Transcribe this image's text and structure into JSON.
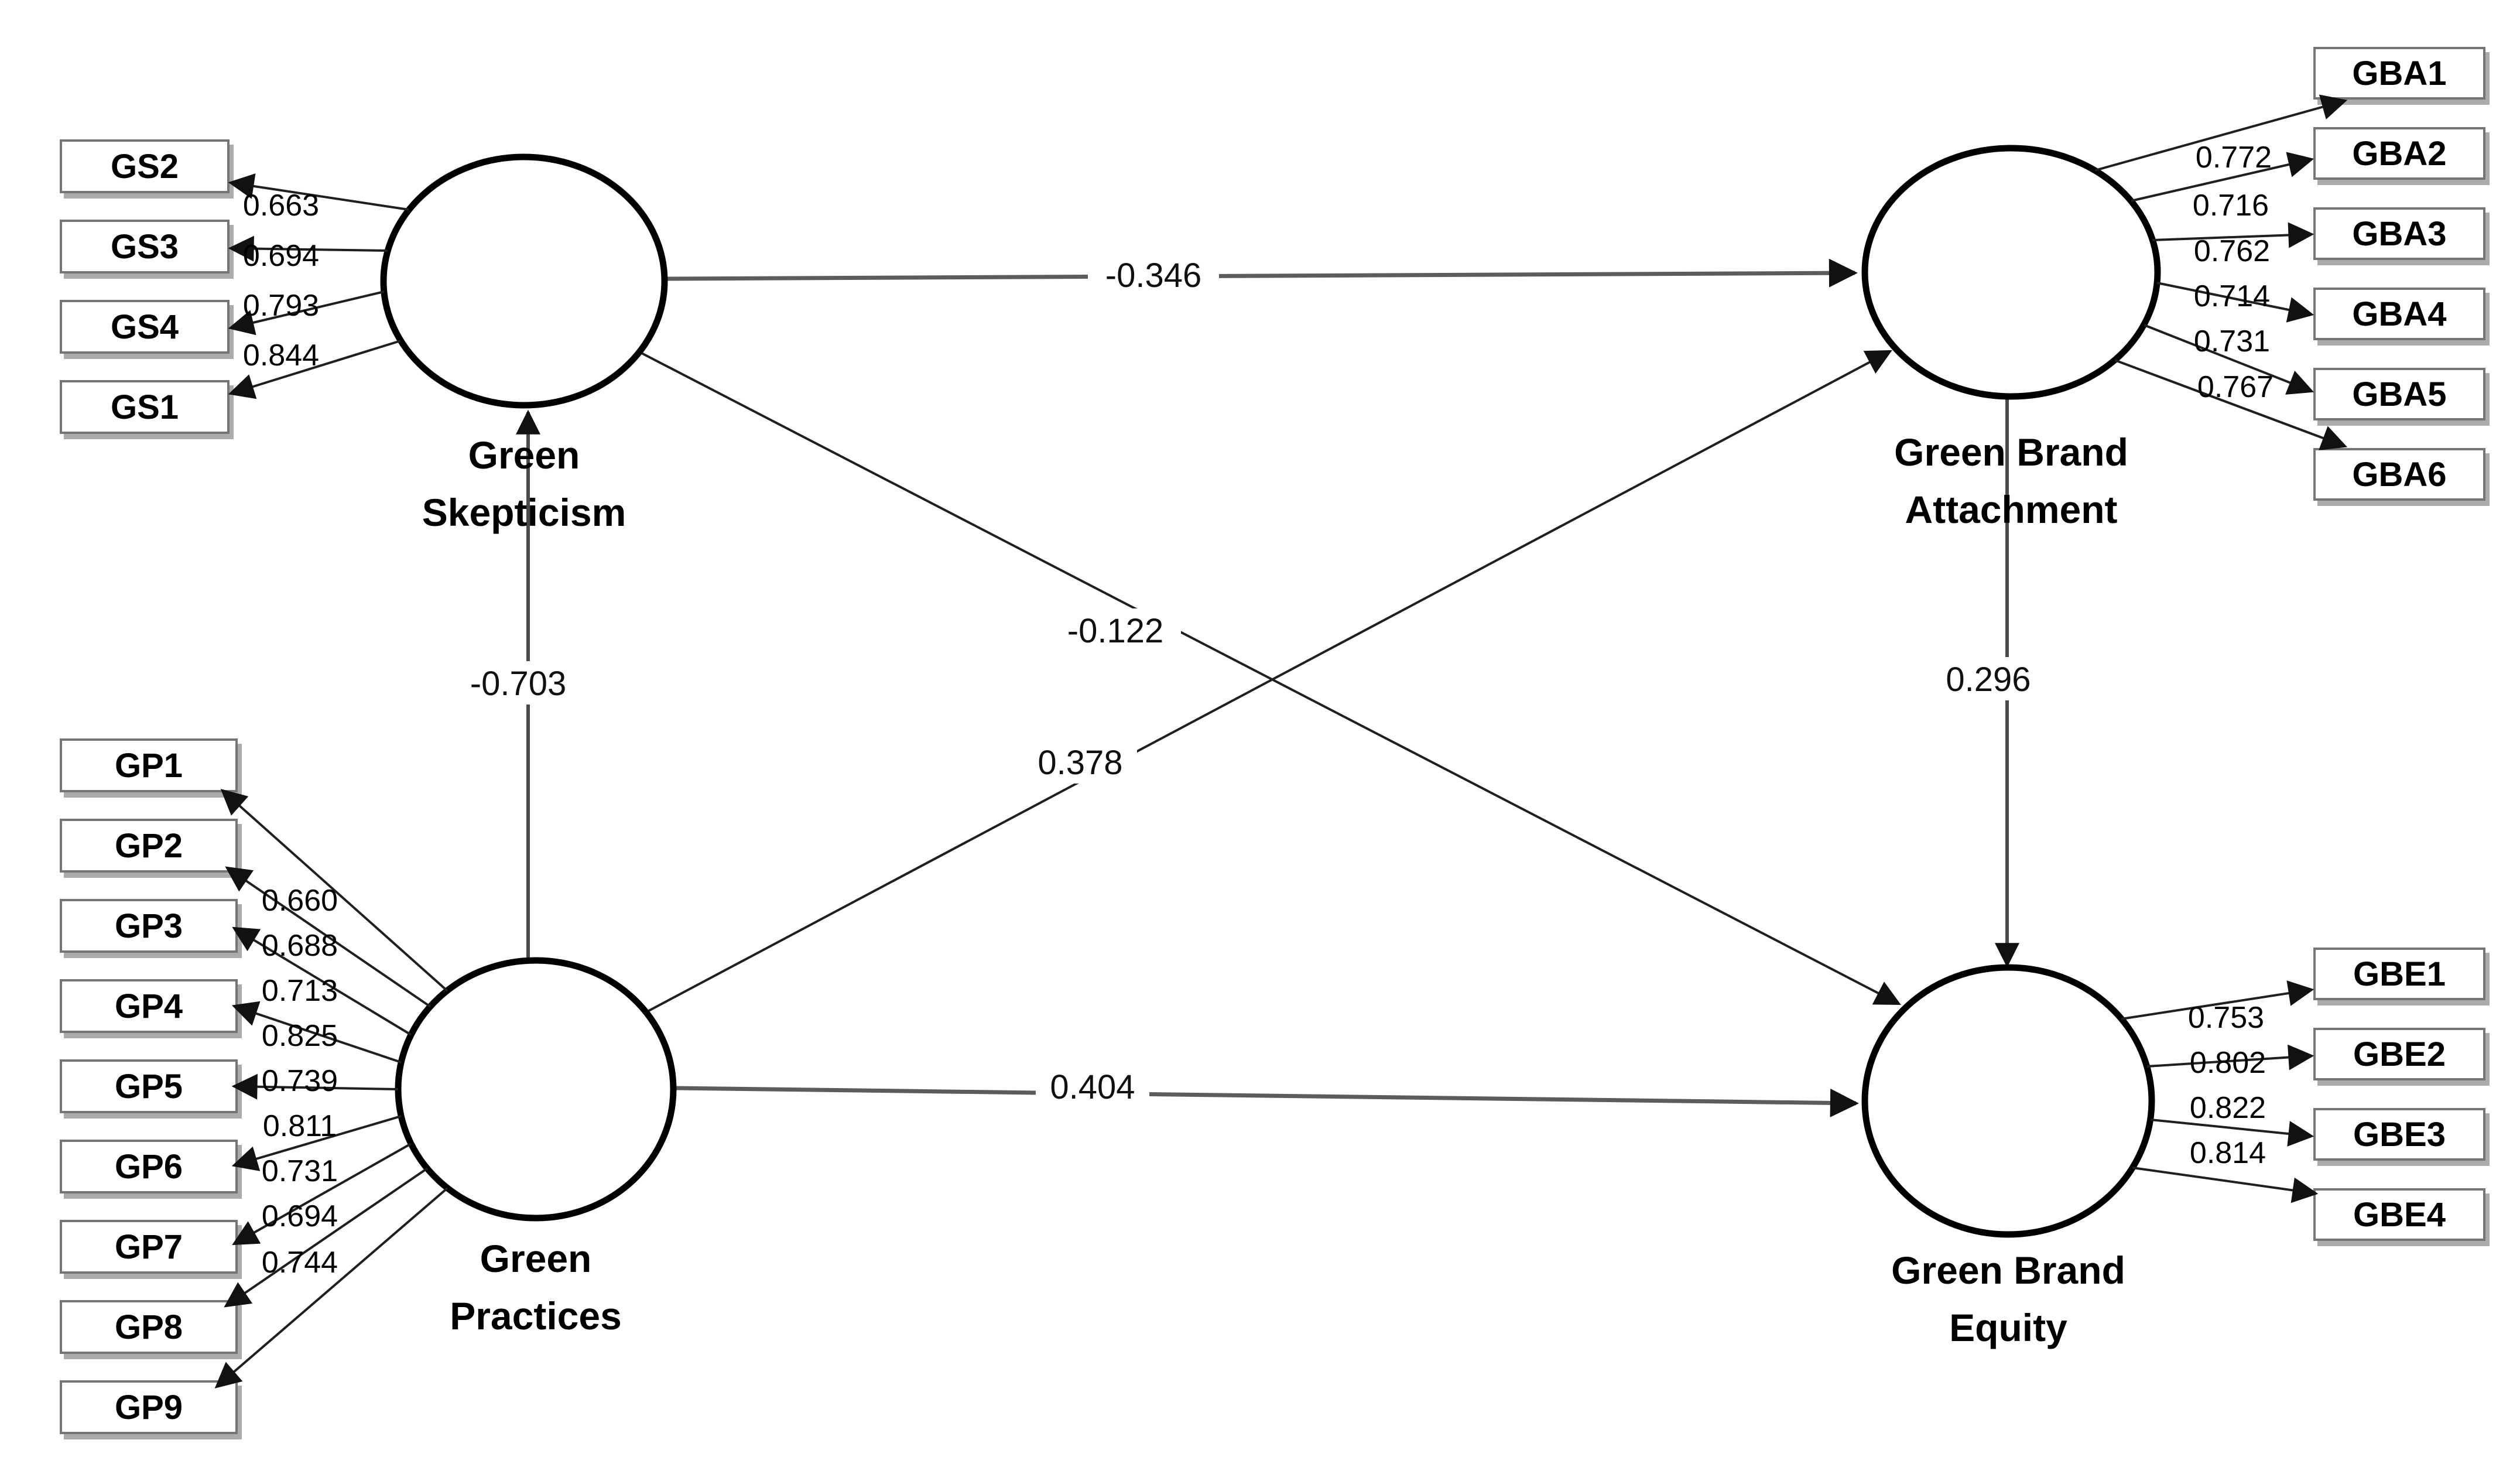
{
  "constructs": {
    "green_skepticism": {
      "line1": "Green",
      "line2": "Skepticism"
    },
    "green_practices": {
      "line1": "Green",
      "line2": "Practices"
    },
    "green_brand_attachment": {
      "line1": "Green Brand",
      "line2": "Attachment"
    },
    "green_brand_equity": {
      "line1": "Green Brand",
      "line2": "Equity"
    }
  },
  "indicators": {
    "gs": [
      {
        "label": "GS2",
        "loading": "0.663"
      },
      {
        "label": "GS3",
        "loading": "0.694"
      },
      {
        "label": "GS4",
        "loading": "0.793"
      },
      {
        "label": "GS1",
        "loading": "0.844"
      }
    ],
    "gp": [
      {
        "label": "GP1",
        "loading": "0.660"
      },
      {
        "label": "GP2",
        "loading": "0.688"
      },
      {
        "label": "GP3",
        "loading": "0.713"
      },
      {
        "label": "GP4",
        "loading": "0.825"
      },
      {
        "label": "GP5",
        "loading": "0.739"
      },
      {
        "label": "GP6",
        "loading": "0.811"
      },
      {
        "label": "GP7",
        "loading": "0.731"
      },
      {
        "label": "GP8",
        "loading": "0.694"
      },
      {
        "label": "GP9",
        "loading": "0.744"
      }
    ],
    "gba": [
      {
        "label": "GBA1",
        "loading": "0.772"
      },
      {
        "label": "GBA2",
        "loading": "0.716"
      },
      {
        "label": "GBA3",
        "loading": "0.762"
      },
      {
        "label": "GBA4",
        "loading": "0.714"
      },
      {
        "label": "GBA5",
        "loading": "0.731"
      },
      {
        "label": "GBA6",
        "loading": "0.767"
      }
    ],
    "gbe": [
      {
        "label": "GBE1",
        "loading": "0.753"
      },
      {
        "label": "GBE2",
        "loading": "0.802"
      },
      {
        "label": "GBE3",
        "loading": "0.822"
      },
      {
        "label": "GBE4",
        "loading": "0.814"
      }
    ]
  },
  "path_coefficients": {
    "gs_to_gba": "-0.346",
    "gs_to_gbe": "-0.122",
    "gp_to_gs": "-0.703",
    "gp_to_gba": "0.378",
    "gp_to_gbe": "0.404",
    "gba_to_gbe": "0.296"
  },
  "colors": {
    "background": "#ffffff",
    "thin_line": "#1f1f1f",
    "structural_line": "#5c5c5c",
    "box_border": "#757575",
    "box_shadow": "#9d9d9d",
    "text": "#000000"
  }
}
